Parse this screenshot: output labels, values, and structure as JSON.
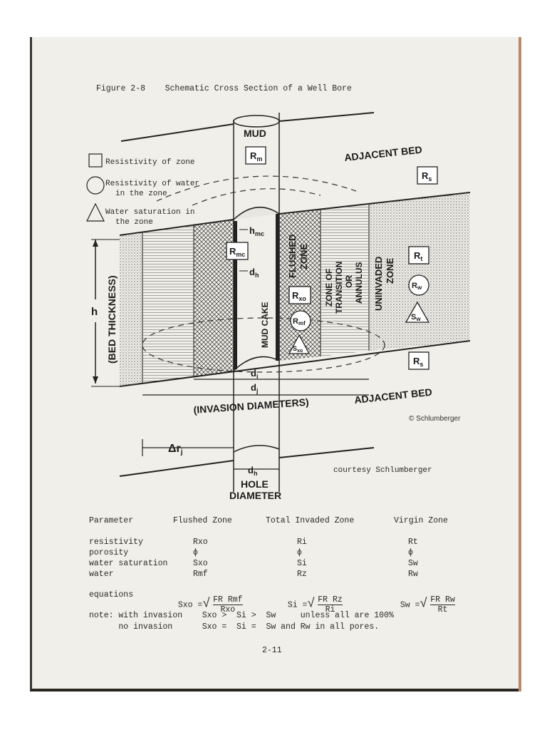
{
  "figure": {
    "title": "Figure 2-8    Schematic Cross Section of a Well Bore",
    "legend": {
      "square": "Resistivity of zone",
      "circle_1": "Resistivity of water",
      "circle_2": "in the zone",
      "triangle_1": "Water saturation in",
      "triangle_2": "the zone"
    },
    "labels": {
      "mud": "MUD",
      "adjacent_bed": "ADJACENT BED",
      "flushed_zone_1": "FLUSHED",
      "flushed_zone_2": "ZONE",
      "transition_1": "ZONE OF",
      "transition_2": "TRANSITION",
      "transition_3": "OR",
      "transition_4": "ANNULUS",
      "uninvaded_1": "UNINVADED",
      "uninvaded_2": "ZONE",
      "mud_cake": "MUD CAKE",
      "bed_thickness": "(BED THICKNESS)",
      "h": "h",
      "hmc": "h",
      "hmc_sub": "mc",
      "dh": "d",
      "dh_sub": "h",
      "di": "d",
      "di_sub": "i",
      "dj": "d",
      "dj_sub": "j",
      "invasion": "(INVASION DIAMETERS)",
      "delta_r": "Δr",
      "delta_r_sub": "j",
      "hole_1": "HOLE",
      "hole_2": "DIAMETER",
      "copyright": "© Schlumberger",
      "courtesy": "courtesy Schlumberger"
    },
    "symbols": {
      "rm": "R",
      "rm_sub": "m",
      "rs": "R",
      "rs_sub": "s",
      "rmc": "R",
      "rmc_sub": "mc",
      "rxo": "R",
      "rxo_sub": "xo",
      "rmf": "R",
      "rmf_sub": "mf",
      "sxo": "S",
      "sxo_sub": "xo",
      "rt": "R",
      "rt_sub": "t",
      "rw": "R",
      "rw_sub": "w",
      "sw": "S",
      "sw_sub": "w"
    }
  },
  "table": {
    "headers": [
      "Parameter",
      "Flushed Zone",
      "Total Invaded Zone",
      "Virgin Zone"
    ],
    "rows": [
      [
        "resistivity",
        "Rxo",
        "Ri",
        "Rt"
      ],
      [
        "porosity",
        "ϕ",
        "ϕ",
        "ϕ"
      ],
      [
        "water saturation",
        "Sxo",
        "Si",
        "Sw"
      ],
      [
        "water",
        "Rmf",
        "Rz",
        "Rw"
      ]
    ]
  },
  "equations": {
    "label": "equations",
    "sxo_lhs": "Sxo =",
    "sxo_num": "FR Rmf",
    "sxo_den": "Rxo",
    "si_lhs": "Si =",
    "si_num": "FR Rz",
    "si_den": "Ri",
    "sw_lhs": "Sw =",
    "sw_num": "FR Rw",
    "sw_den": "Rt"
  },
  "notes": {
    "line1": "note: with invasion    Sxo >  Si >  Sw     unless all are 100%",
    "line2": "      no invasion      Sxo =  Si =  Sw and Rw in all pores."
  },
  "page_number": "2-11"
}
